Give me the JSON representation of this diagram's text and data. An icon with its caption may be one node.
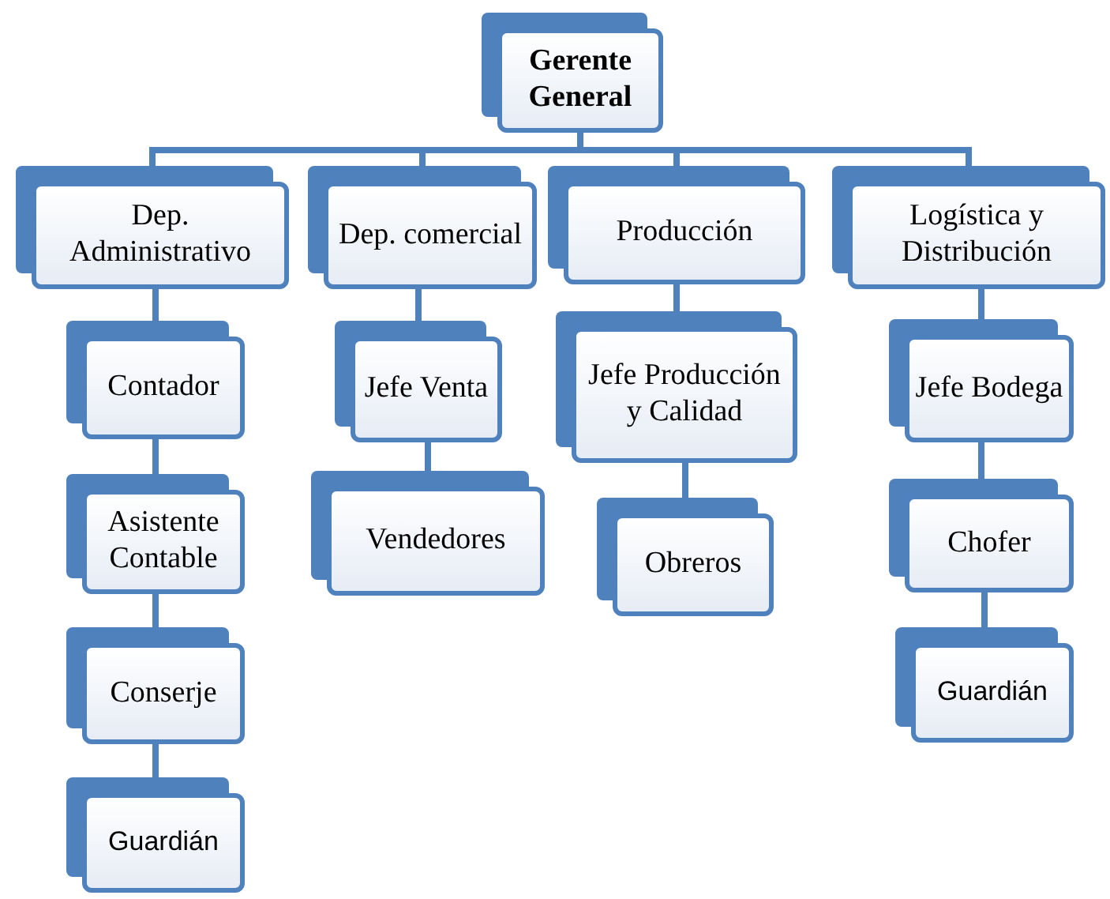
{
  "diagram": {
    "nodes": [
      {
        "text": [
          "Gerente General"
        ]
      },
      {
        "text": [
          "Dep. Administrativo"
        ]
      },
      {
        "text": [
          "Dep. comercial"
        ]
      },
      {
        "text": [
          "Producción"
        ]
      },
      {
        "text": [
          "Logística y Distribución"
        ]
      },
      {
        "text": [
          "Contador"
        ]
      },
      {
        "text": [
          "Asistente Contable"
        ]
      },
      {
        "text": [
          "Conserje"
        ]
      },
      {
        "text": [
          "Guardián"
        ]
      },
      {
        "text": [
          "Jefe Venta"
        ]
      },
      {
        "text": [
          "Vendedores"
        ]
      },
      {
        "text": [
          "Jefe Producción y Calidad"
        ]
      },
      {
        "text": [
          "Obreros"
        ]
      },
      {
        "text": [
          "Jefe Bodega"
        ]
      },
      {
        "text": [
          "Chofer"
        ]
      },
      {
        "text": [
          "Guardián"
        ]
      }
    ],
    "edges": [
      {
        "from": 0,
        "to": 1,
        "arrow": "none"
      },
      {
        "from": 0,
        "to": 2,
        "arrow": "none"
      },
      {
        "from": 0,
        "to": 3,
        "arrow": "none"
      },
      {
        "from": 0,
        "to": 4,
        "arrow": "none"
      },
      {
        "from": 1,
        "to": 5,
        "arrow": "none"
      },
      {
        "from": 5,
        "to": 6,
        "arrow": "none"
      },
      {
        "from": 6,
        "to": 7,
        "arrow": "none"
      },
      {
        "from": 7,
        "to": 8,
        "arrow": "none"
      },
      {
        "from": 2,
        "to": 9,
        "arrow": "none"
      },
      {
        "from": 9,
        "to": 10,
        "arrow": "none"
      },
      {
        "from": 3,
        "to": 11,
        "arrow": "none"
      },
      {
        "from": 11,
        "to": 12,
        "arrow": "none"
      },
      {
        "from": 4,
        "to": 13,
        "arrow": "none"
      },
      {
        "from": 13,
        "to": 14,
        "arrow": "none"
      },
      {
        "from": 14,
        "to": 15,
        "arrow": "none"
      }
    ]
  }
}
